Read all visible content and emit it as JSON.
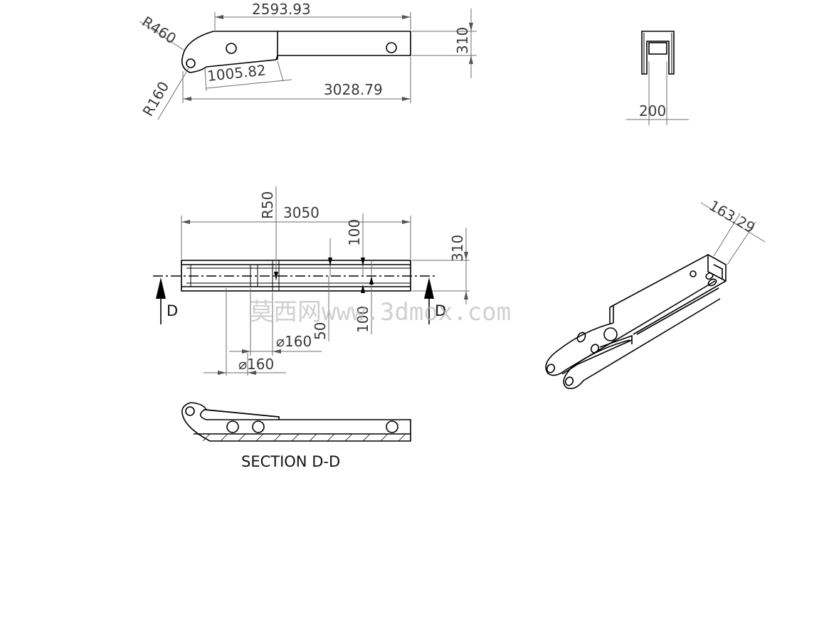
{
  "dimensions": {
    "top_length": "2593.93",
    "top_r460": "R460",
    "top_r160": "R160",
    "top_1005": "1005.82",
    "top_3028": "3028.79",
    "top_310": "310",
    "side_200": "200",
    "front_r50": "R50",
    "front_3050": "3050",
    "front_100_top": "100",
    "front_310": "310",
    "front_100_bottom": "100",
    "front_50": "50",
    "front_dia160_a": "⌀160",
    "front_dia160_b": "⌀160",
    "iso_163": "163.29"
  },
  "section_labels": {
    "left_marker": "D",
    "right_marker": "D",
    "section_title": "SECTION D-D"
  },
  "watermark": "莫西网www.3dmox.com"
}
